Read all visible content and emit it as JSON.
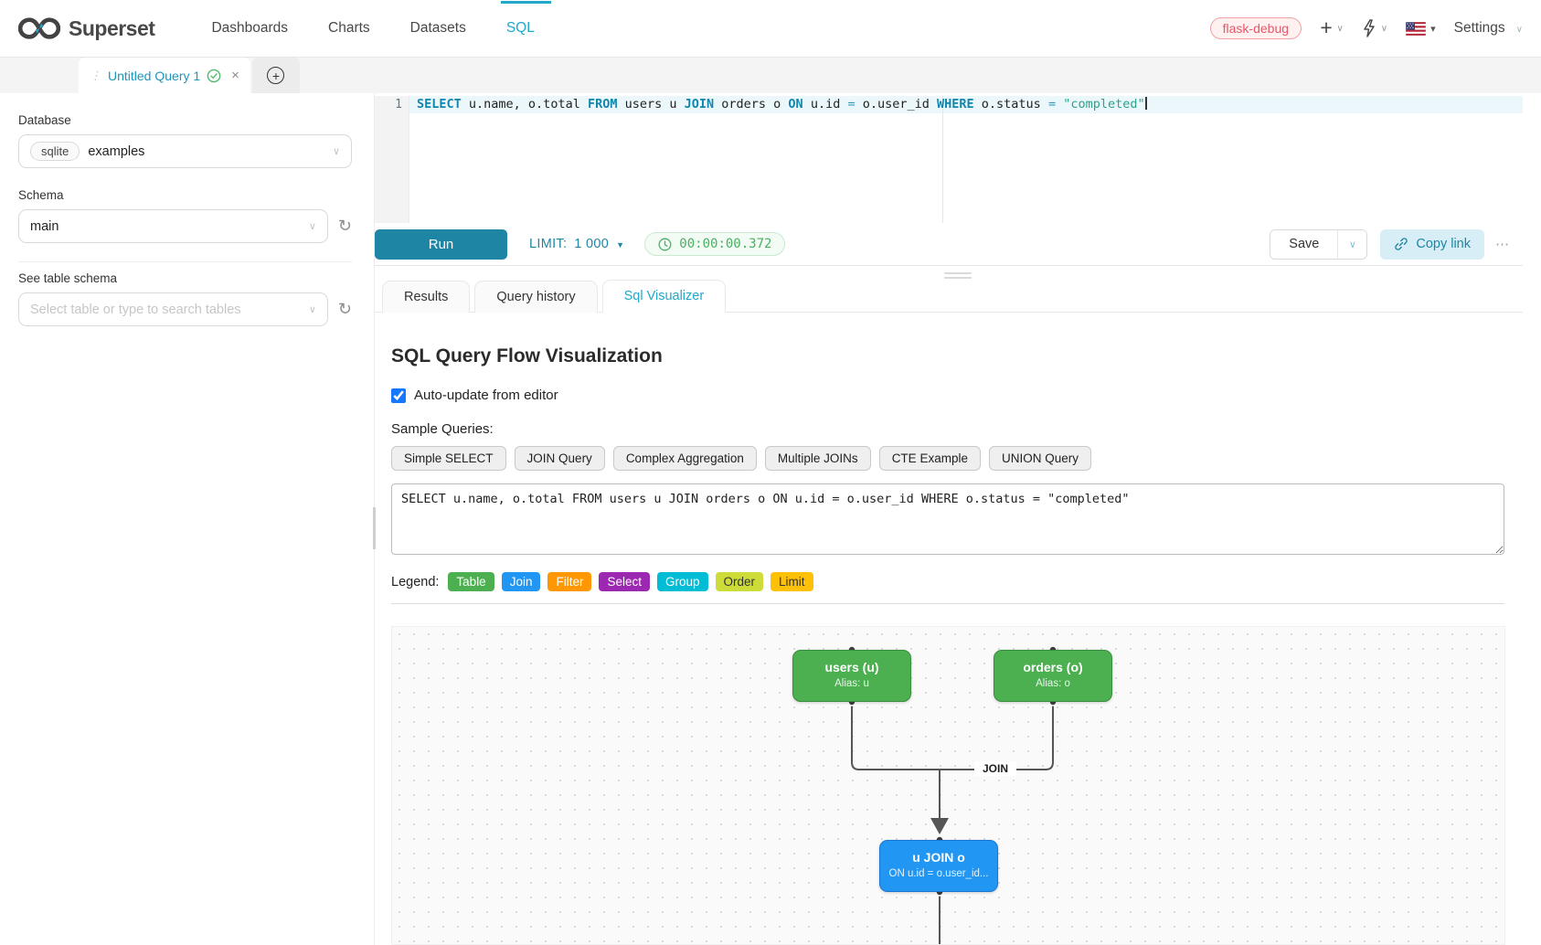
{
  "navbar": {
    "brand": "Superset",
    "items": [
      {
        "label": "Dashboards"
      },
      {
        "label": "Charts"
      },
      {
        "label": "Datasets"
      },
      {
        "label": "SQL"
      }
    ],
    "env_badge": "flask-debug",
    "settings_label": "Settings"
  },
  "query_tabs": {
    "active_tab": "Untitled Query 1"
  },
  "sidebar": {
    "database_label": "Database",
    "database_engine_tag": "sqlite",
    "database_value": "examples",
    "schema_label": "Schema",
    "schema_value": "main",
    "table_label": "See table schema",
    "table_placeholder": "Select table or type to search tables"
  },
  "editor": {
    "line_number": "1",
    "tokens": [
      {
        "t": "SELECT",
        "c": "kw"
      },
      {
        "t": " u.name, o.total ",
        "c": "plain"
      },
      {
        "t": "FROM",
        "c": "kw"
      },
      {
        "t": " users u ",
        "c": "plain"
      },
      {
        "t": "JOIN",
        "c": "kw"
      },
      {
        "t": " orders o ",
        "c": "plain"
      },
      {
        "t": "ON",
        "c": "kw"
      },
      {
        "t": " u.id ",
        "c": "plain"
      },
      {
        "t": "=",
        "c": "op"
      },
      {
        "t": " o.user_id ",
        "c": "plain"
      },
      {
        "t": "WHERE",
        "c": "kw"
      },
      {
        "t": " o.status ",
        "c": "plain"
      },
      {
        "t": "=",
        "c": "op"
      },
      {
        "t": " ",
        "c": "plain"
      },
      {
        "t": "\"completed\"",
        "c": "str"
      }
    ]
  },
  "toolbar": {
    "run_label": "Run",
    "limit_label": "LIMIT:",
    "limit_value": "1 000",
    "timer": "00:00:00.372",
    "save_label": "Save",
    "copy_link_label": "Copy link"
  },
  "south_tabs": [
    {
      "label": "Results",
      "active": false
    },
    {
      "label": "Query history",
      "active": false
    },
    {
      "label": "Sql Visualizer",
      "active": true
    }
  ],
  "visualizer": {
    "title": "SQL Query Flow Visualization",
    "auto_update_label": "Auto-update from editor",
    "auto_update_checked": true,
    "sample_queries_label": "Sample Queries:",
    "sample_buttons": [
      "Simple SELECT",
      "JOIN Query",
      "Complex Aggregation",
      "Multiple JOINs",
      "CTE Example",
      "UNION Query"
    ],
    "query_text": "SELECT u.name, o.total FROM users u JOIN orders o ON u.id = o.user_id WHERE o.status = \"completed\"",
    "legend_label": "Legend:",
    "legend": [
      {
        "label": "Table",
        "color": "#4CAF50",
        "text": "#ffffff"
      },
      {
        "label": "Join",
        "color": "#2196F3",
        "text": "#ffffff"
      },
      {
        "label": "Filter",
        "color": "#FF9800",
        "text": "#ffffff"
      },
      {
        "label": "Select",
        "color": "#9C27B0",
        "text": "#ffffff"
      },
      {
        "label": "Group",
        "color": "#00BCD4",
        "text": "#ffffff"
      },
      {
        "label": "Order",
        "color": "#CDDC39",
        "text": "#333333"
      },
      {
        "label": "Limit",
        "color": "#FFC107",
        "text": "#333333"
      }
    ],
    "flow": {
      "nodes": [
        {
          "title": "users (u)",
          "subtitle": "Alias: u"
        },
        {
          "title": "orders (o)",
          "subtitle": "Alias: o"
        },
        {
          "title": "u JOIN o",
          "subtitle": "ON u.id = o.user_id..."
        }
      ],
      "edge_label": "JOIN"
    },
    "accent_colors": {
      "table": "#4CAF50",
      "join": "#2196F3",
      "edge": "#555555"
    }
  }
}
